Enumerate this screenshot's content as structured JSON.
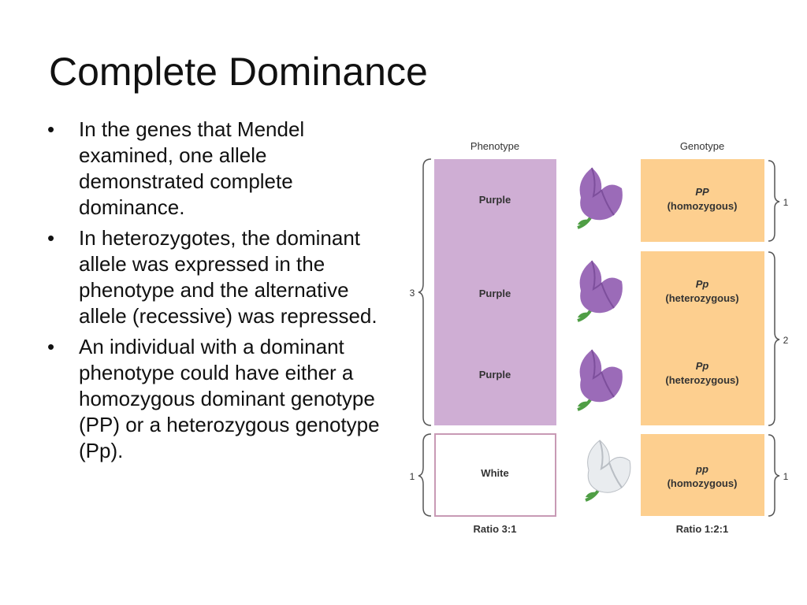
{
  "slide": {
    "title": "Complete Dominance",
    "bullets": [
      "In the genes that Mendel examined, one allele demonstrated complete dominance.",
      "In heterozygotes, the dominant allele was expressed in the phenotype and the alternative allele (recessive) was repressed.",
      "An individual with a dominant phenotype could have either a homozygous dominant genotype (PP) or a heterozygous genotype (Pp)."
    ]
  },
  "figure": {
    "phenotype_header": "Phenotype",
    "genotype_header": "Genotype",
    "rows": [
      {
        "phenotype": "Purple",
        "genotype": "PP",
        "zygosity": "(homozygous)",
        "flower": "purple"
      },
      {
        "phenotype": "Purple",
        "genotype": "Pp",
        "zygosity": "(heterozygous)",
        "flower": "purple"
      },
      {
        "phenotype": "Purple",
        "genotype": "Pp",
        "zygosity": "(heterozygous)",
        "flower": "purple"
      },
      {
        "phenotype": "White",
        "genotype": "pp",
        "zygosity": "(homozygous)",
        "flower": "white"
      }
    ],
    "left_counts": {
      "purple_group": "3",
      "white_group": "1"
    },
    "right_counts": {
      "pp_dominant": "1",
      "hetero_group": "2",
      "pp_recessive": "1"
    },
    "phenotype_ratio": "Ratio 3:1",
    "genotype_ratio": "Ratio 1:2:1",
    "colors": {
      "purple_box": "#cfaed4",
      "genotype_box": "#fdcf8f",
      "white_box_border": "#c89ab5",
      "flower_purple": "#9b6bb8",
      "flower_white": "#e9ecef",
      "stem": "#4f9e45",
      "bracket": "#555555"
    }
  }
}
